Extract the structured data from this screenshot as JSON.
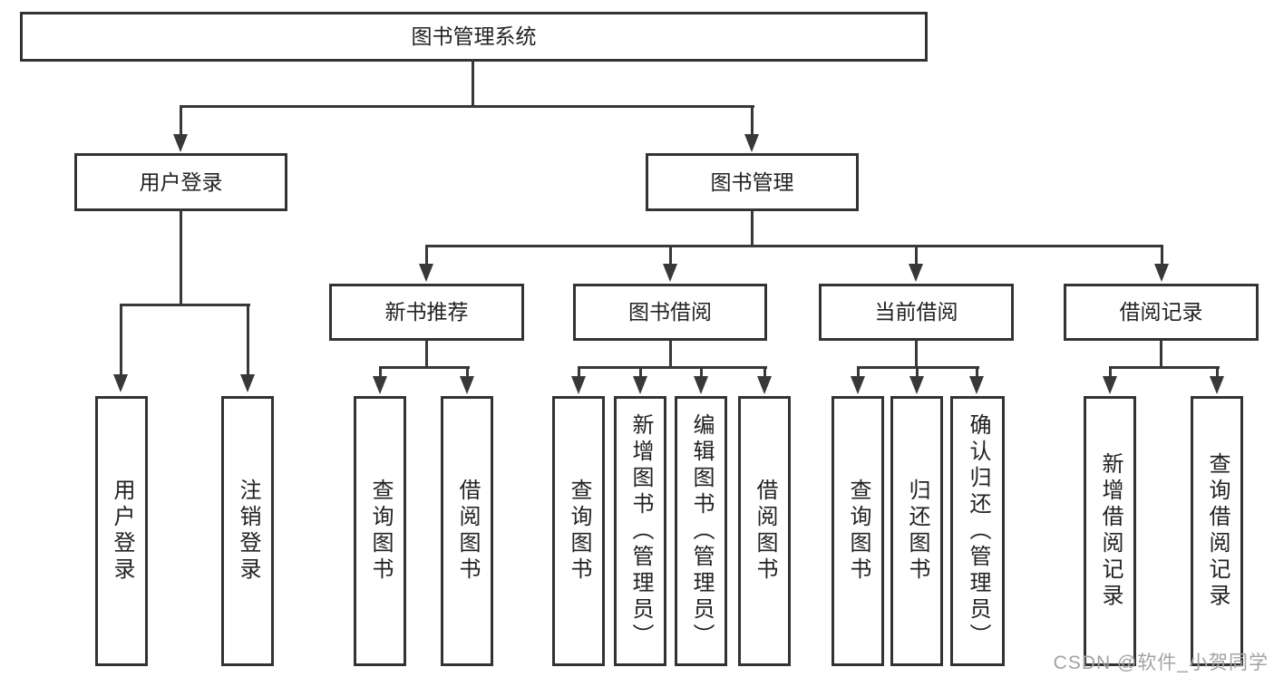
{
  "diagram": {
    "colors": {
      "line": "#383838",
      "border": "#333333",
      "text": "#222222",
      "background": "#ffffff",
      "watermark_color": "#a3a3a3"
    },
    "root": {
      "label": "图书管理系统"
    },
    "level2": [
      {
        "label": "用户登录"
      },
      {
        "label": "图书管理"
      }
    ],
    "level3": [
      {
        "label": "新书推荐"
      },
      {
        "label": "图书借阅"
      },
      {
        "label": "当前借阅"
      },
      {
        "label": "借阅记录"
      }
    ],
    "leaves": {
      "user_login": [
        "用户登录",
        "注销登录"
      ],
      "new_book": [
        "查询图书",
        "借阅图书"
      ],
      "book_borrow": [
        "查询图书",
        "新增图书（管理员）",
        "编辑图书（管理员）",
        "借阅图书"
      ],
      "current_borrow": [
        "查询图书",
        "归还图书",
        "确认归还（管理员）"
      ],
      "borrow_records": [
        "新增借阅记录",
        "查询借阅记录"
      ]
    },
    "watermark": "CSDN @软件_小贺同学"
  }
}
